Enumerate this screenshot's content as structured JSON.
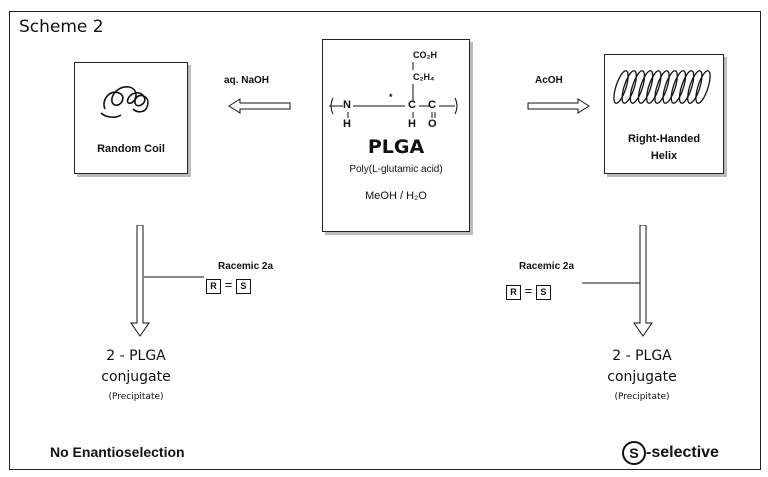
{
  "scheme_title": "Scheme 2",
  "left_box": {
    "label": "Random Coil"
  },
  "right_box": {
    "label_line1": "Right-Handed",
    "label_line2": "Helix"
  },
  "center_box": {
    "co2h": "CO₂H",
    "c2h4": "C₂H₄",
    "star": "*",
    "n": "N",
    "h1": "H",
    "c1": "C",
    "h2": "H",
    "c2": "C",
    "o": "O",
    "name": "PLGA",
    "fullname": "Poly(L-glutamic acid)",
    "solvent": "MeOH / H₂O"
  },
  "left_reagent": "aq. NaOH",
  "right_reagent": "AcOH",
  "left_racemic": {
    "label": "Racemic 2a",
    "r": "R",
    "eq": "=",
    "s": "S"
  },
  "right_racemic": {
    "label": "Racemic 2a",
    "r": "R",
    "eq": "=",
    "s": "S"
  },
  "left_product": {
    "line1": "2 - PLGA",
    "line2": "conjugate",
    "note": "(Precipitate)"
  },
  "right_product": {
    "line1": "2 - PLGA",
    "line2": "conjugate",
    "note": "(Precipitate)"
  },
  "left_result": "No Enantioselection",
  "right_result_symbol": "S",
  "right_result_text": "-selective"
}
